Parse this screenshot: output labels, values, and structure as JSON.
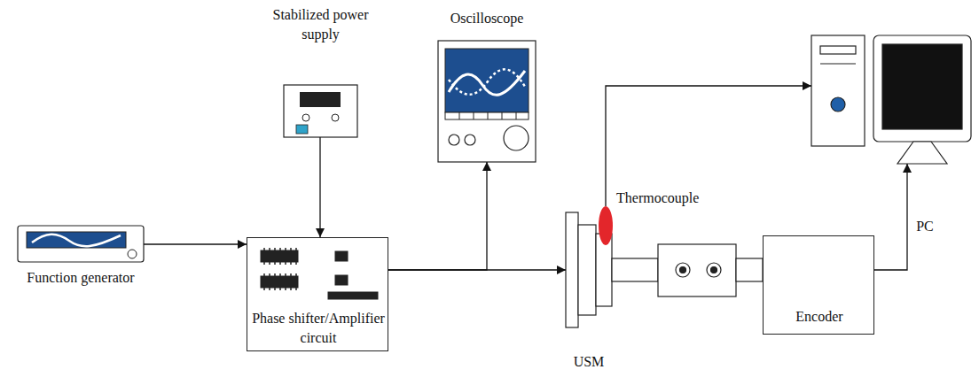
{
  "diagram": {
    "nodes": [
      {
        "text": [
          "Stabilized power supply"
        ]
      },
      {
        "text": [
          "Oscilloscope"
        ]
      },
      {
        "text": [
          "PC"
        ]
      },
      {
        "text": [
          "Thermocouple"
        ]
      },
      {
        "text": [
          "Function generator"
        ]
      },
      {
        "text": [
          "Phase shifter/Amplifier circuit"
        ]
      },
      {
        "text": [
          "USM"
        ]
      },
      {
        "text": [
          "Encoder"
        ]
      }
    ],
    "edges": [
      {
        "from": 4,
        "to": 5,
        "arrow": "to"
      },
      {
        "from": 0,
        "to": 5,
        "arrow": "to"
      },
      {
        "from": 5,
        "to": 1,
        "arrow": "to"
      },
      {
        "from": 5,
        "to": 6,
        "arrow": "to"
      },
      {
        "from": 3,
        "to": 2,
        "arrow": "to"
      },
      {
        "from": 7,
        "to": 2,
        "arrow": "to"
      }
    ]
  }
}
